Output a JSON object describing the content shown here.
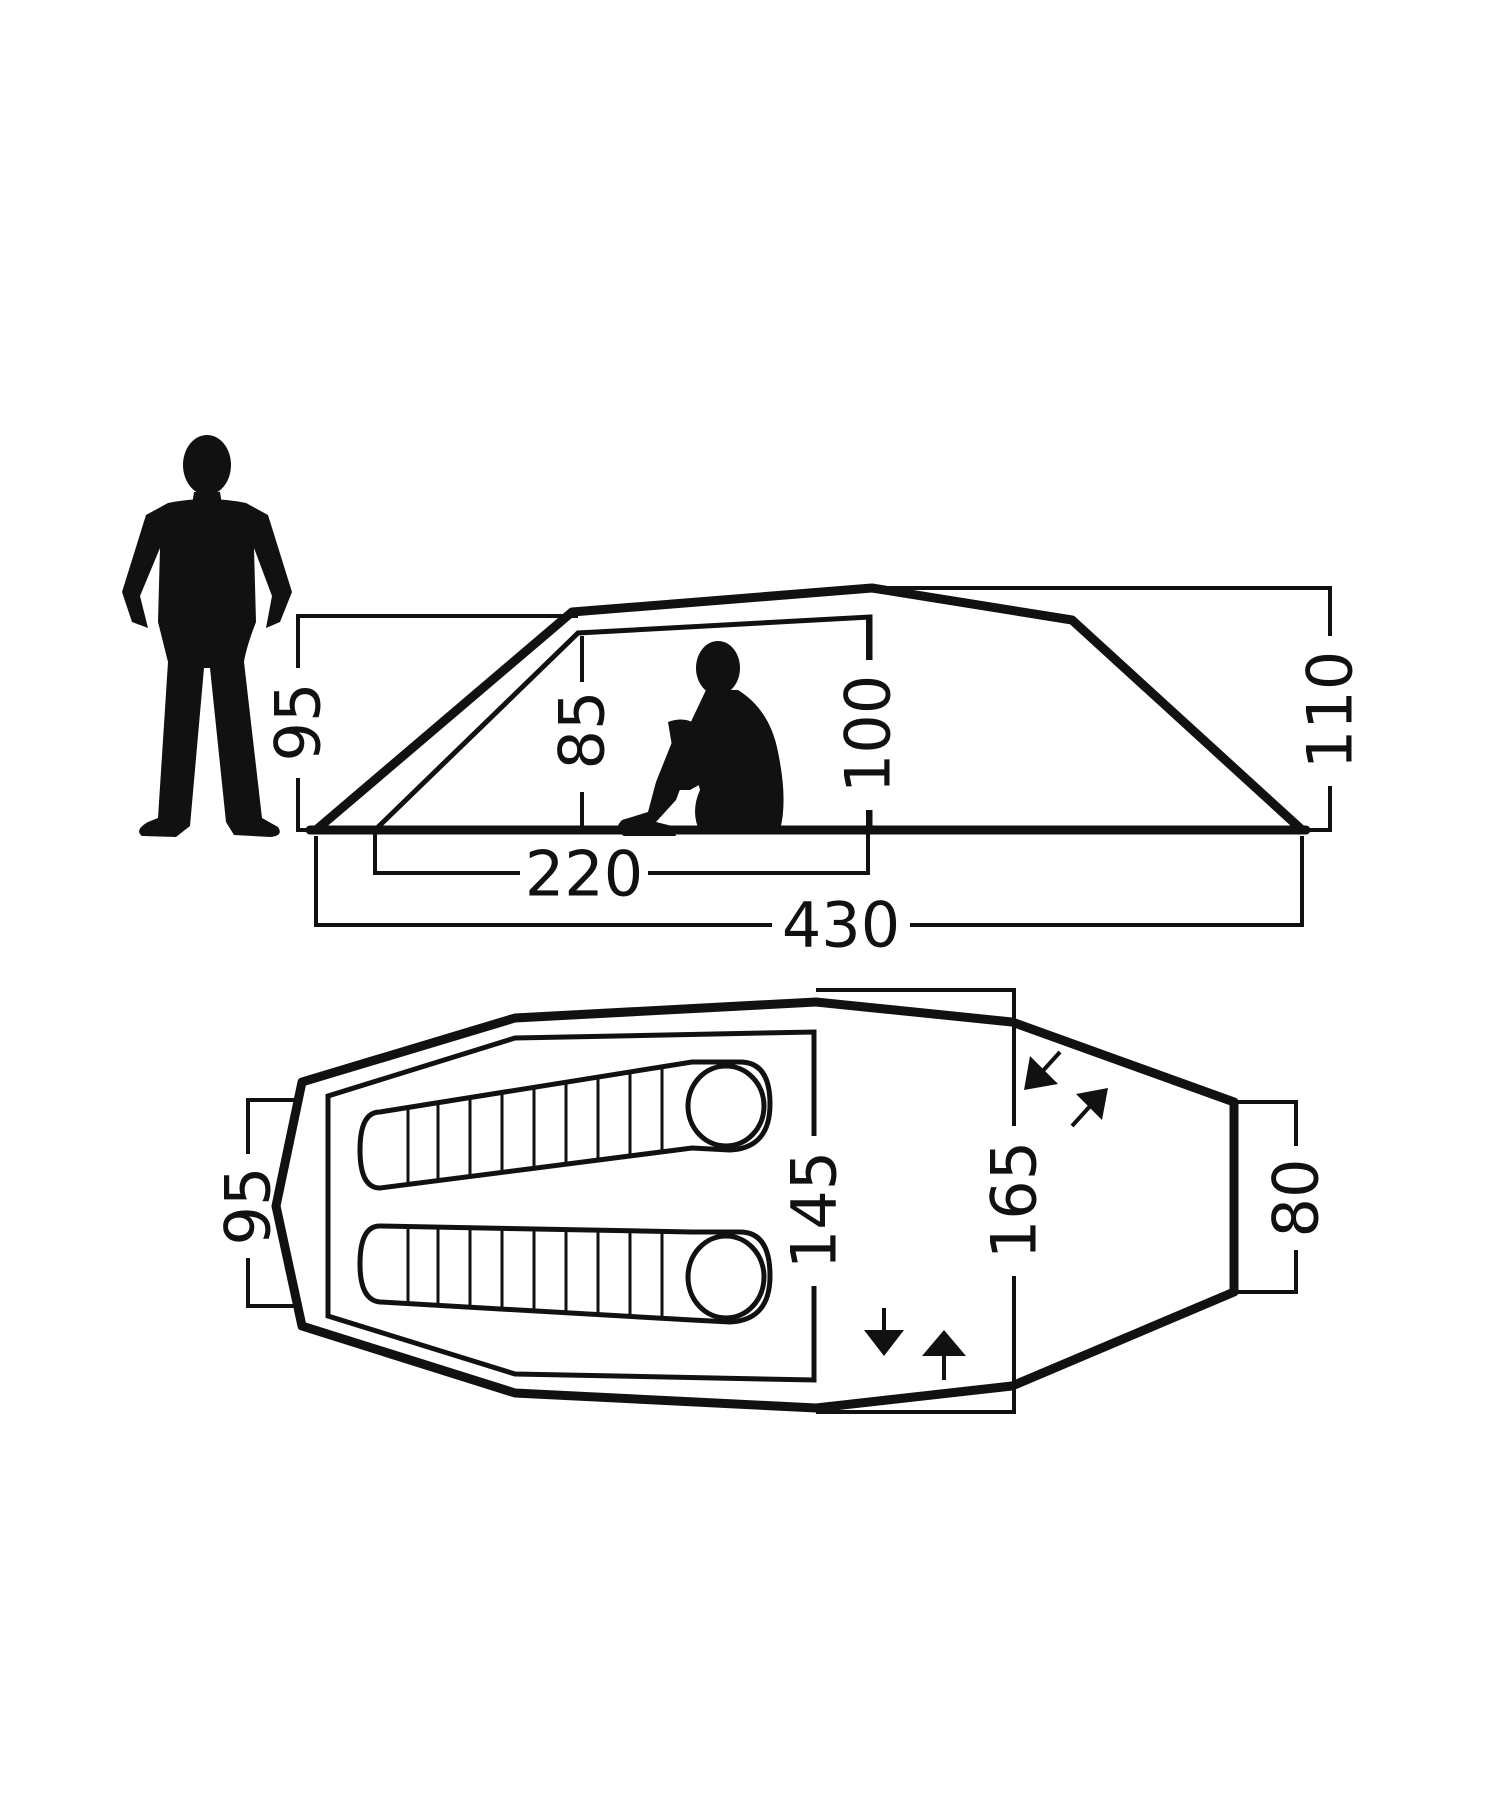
{
  "side_view": {
    "outer_height": "95",
    "inner_height": "85",
    "inner_peak_height": "100",
    "outer_peak_height": "110",
    "inner_length": "220",
    "outer_length": "430"
  },
  "floor_plan": {
    "head_end_width": "95",
    "inner_width": "145",
    "vestibule_width": "165",
    "foot_end_width": "80"
  },
  "icons": [
    "standing-person-icon",
    "sitting-person-icon",
    "sleeping-bag-icon",
    "entrance-arrows-icon"
  ],
  "colors": {
    "ink": "#111111",
    "background": "#ffffff"
  }
}
